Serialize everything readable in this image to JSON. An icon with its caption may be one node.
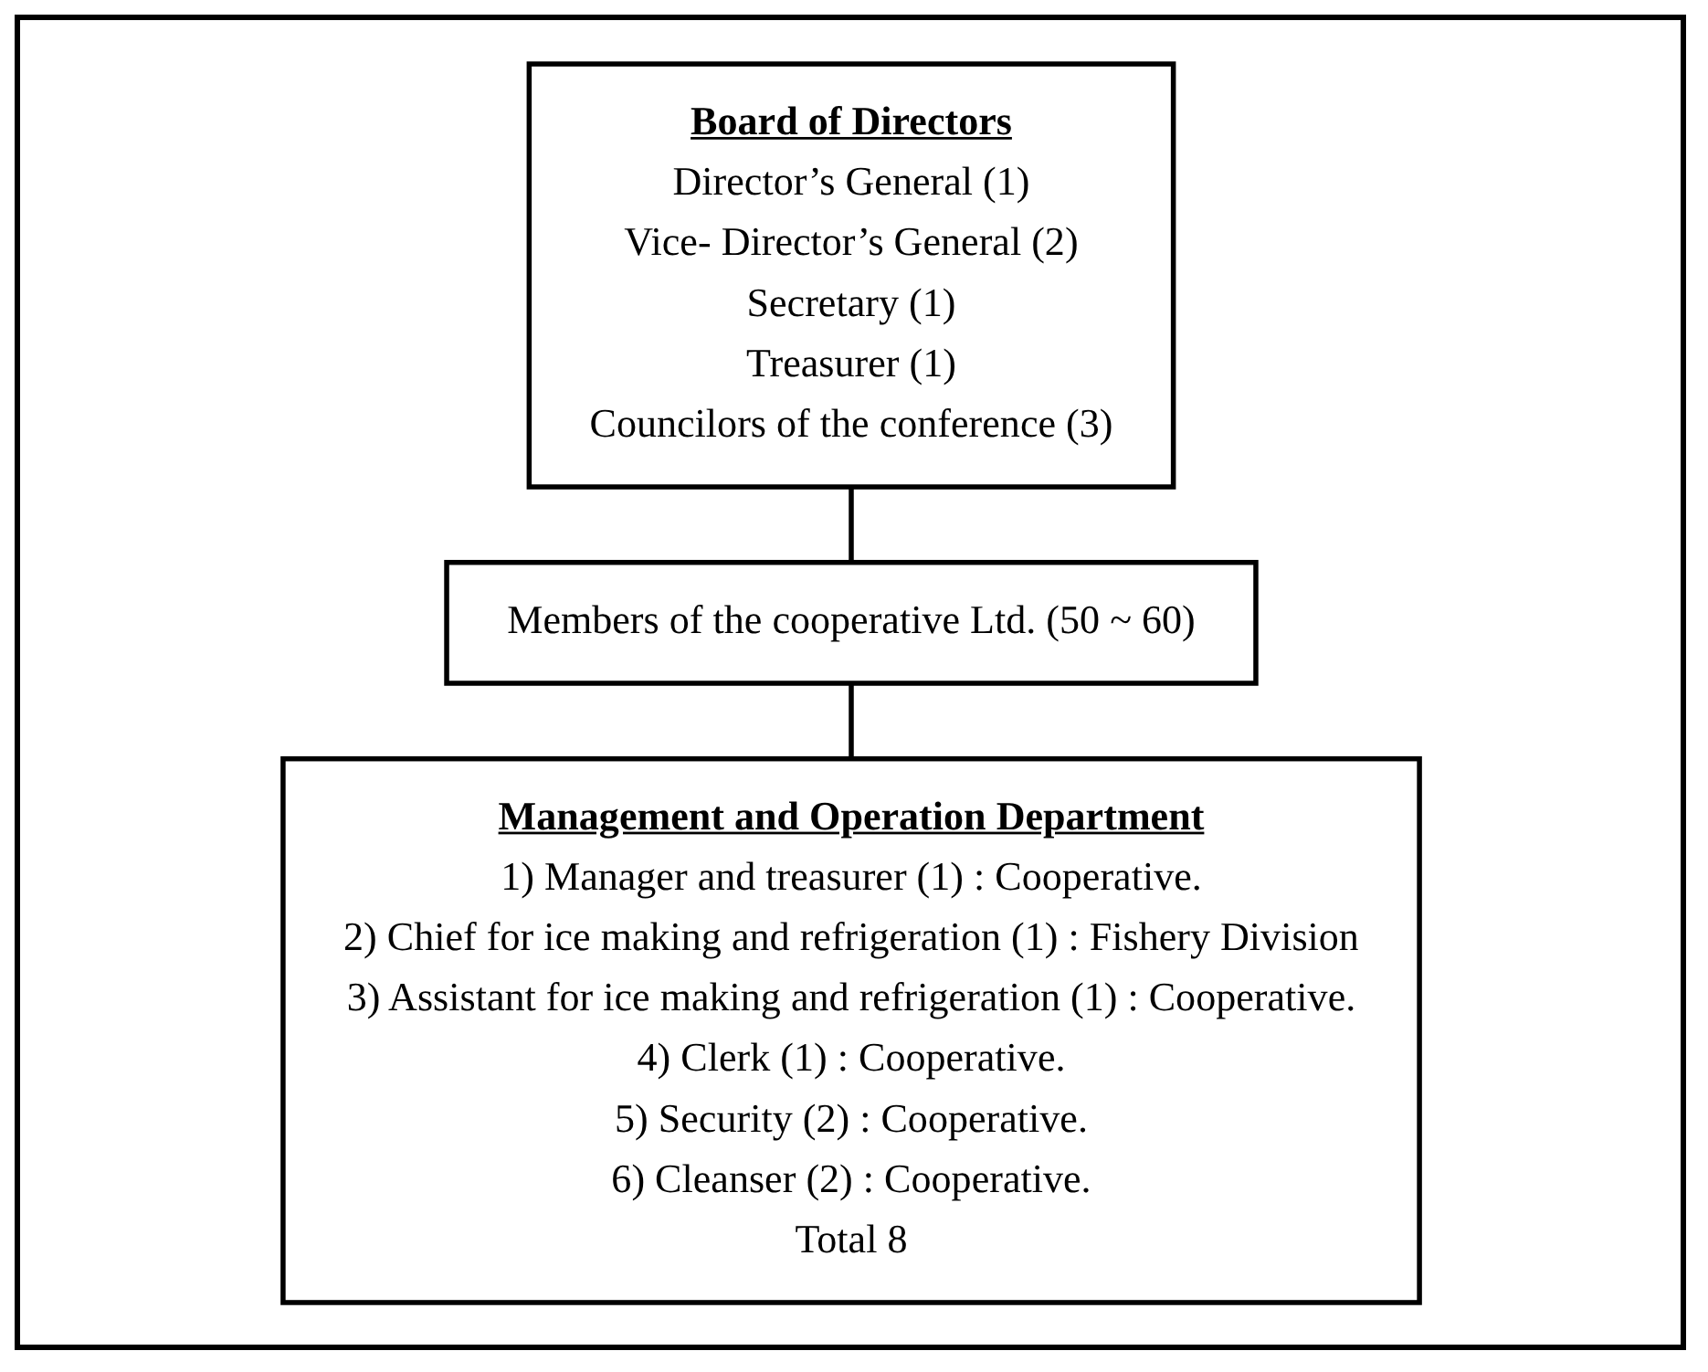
{
  "diagram": {
    "nodes": [
      {
        "text": [
          "Board of Directors",
          "Director’s General (1)",
          "Vice- Director’s General (2)",
          "Secretary (1)",
          "Treasurer (1)",
          "Councilors of the conference (3)"
        ]
      },
      {
        "text": [
          "Members of the cooperative Ltd. (50 ~ 60)"
        ]
      },
      {
        "text": [
          "Management and Operation Department",
          "1) Manager and treasurer (1) : Cooperative.",
          "2) Chief for ice making and refrigeration (1) : Fishery Division",
          "3) Assistant for ice making and refrigeration (1) : Cooperative.",
          "4) Clerk (1) : Cooperative.",
          "5) Security (2) : Cooperative.",
          "6) Cleanser (2) : Cooperative.",
          "Total 8"
        ]
      }
    ],
    "edges": [
      {
        "from": 0,
        "to": 1,
        "arrow": "none"
      },
      {
        "from": 1,
        "to": 2,
        "arrow": "none"
      }
    ]
  }
}
